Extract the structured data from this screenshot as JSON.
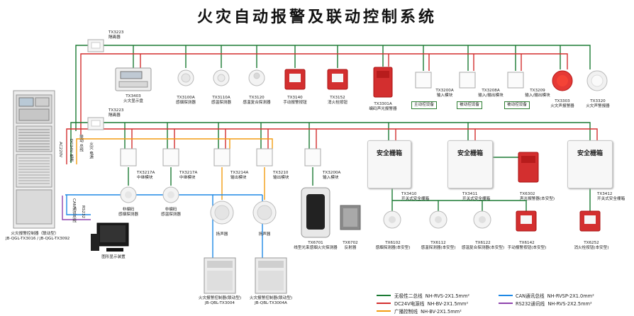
{
  "title": "火灾自动报警及联动控制系统",
  "colors": {
    "bus": "#1b7a34",
    "power": "#d32f2f",
    "broadcast": "#f39c12",
    "can": "#1e88e5",
    "rs232": "#8e44ad",
    "red_device": "#d32f2f"
  },
  "isolators": [
    {
      "model": "TX3223",
      "name": "隔离器"
    },
    {
      "model": "TX3223",
      "name": "隔离器"
    }
  ],
  "top_devices": [
    {
      "model": "TX3403",
      "name": "火灾显示盘"
    },
    {
      "model": "TX3100A",
      "name": "感烟探测器"
    },
    {
      "model": "TX3110A",
      "name": "感温探测器"
    },
    {
      "model": "TX3120",
      "name": "感温复合探测器"
    },
    {
      "model": "TX3140",
      "name": "手动报警按钮"
    },
    {
      "model": "TX3152",
      "name": "消火栓按钮"
    },
    {
      "model": "TX3301A",
      "name": "编码声光报警器"
    },
    {
      "model": "TX3200A",
      "name": "输入模块"
    },
    {
      "model": "TX3208A",
      "name": "输入/输出模块"
    },
    {
      "model": "TX3209",
      "name": "输入/输出模块"
    },
    {
      "model": "TX3303",
      "name": "火灾声报警器"
    },
    {
      "model": "TX3320",
      "name": "火灾声警报器"
    }
  ],
  "linkage_buttons": [
    "主动控设备",
    "被动控设备",
    "被动控设备"
  ],
  "mid_modules": [
    {
      "model": "TX3217A",
      "name": "中继模块"
    },
    {
      "model": "TX3217A",
      "name": "中继模块"
    },
    {
      "model": "TX3214A",
      "name": "输出模块"
    },
    {
      "model": "TX3210",
      "name": "输出模块"
    },
    {
      "model": "TX3200A",
      "name": "输入模块"
    }
  ],
  "conventional_detectors": [
    {
      "name": "非编码\n感烟探测器"
    },
    {
      "name": "非编码\n感温探测器"
    }
  ],
  "speakers": [
    {
      "name": "扬声器"
    },
    {
      "name": "扬声器"
    }
  ],
  "beam_detector": {
    "model": "TX6701",
    "name": "线型光束感烟火灾探测器"
  },
  "reflector": {
    "model": "TX6702",
    "name": "反射器"
  },
  "panel": {
    "name": "火灾报警控制器（联动型）",
    "model": "JB-QGL-TX3016 / JB-QGL-TX3092",
    "side_labels": [
      "AC220V",
      "DC24V 电源",
      "联动 总线",
      "火灾 电源"
    ]
  },
  "bus_labels": {
    "can": "CAN通讯总线",
    "rs232": "RS232"
  },
  "monitor": {
    "name": "图形显示装置"
  },
  "power_units": [
    {
      "name": "火灾报警控制器(联动型)",
      "model": "JB-QBL-TX3004"
    },
    {
      "name": "火灾报警控制器(联动型)",
      "model": "JB-QBL-TX3004A"
    }
  ],
  "safety_boxes": [
    {
      "title": "安全栅箱",
      "model": "TX3410",
      "name": "开关式安全栅箱"
    },
    {
      "title": "安全栅箱",
      "model": "TX3411",
      "name": "开关式安全栅箱"
    },
    {
      "title": "安全栅箱",
      "model": "TX3412",
      "name": "开关式安全栅箱"
    }
  ],
  "explosion_devices": [
    {
      "model": "TX6102",
      "name": "感烟探测器(本安型)"
    },
    {
      "model": "TX6112",
      "name": "感温探测器(本安型)"
    },
    {
      "model": "TX6122",
      "name": "感温复合探测器(本安型)"
    },
    {
      "model": "TX6142",
      "name": "手动报警按钮(本安型)"
    },
    {
      "model": "TX6252",
      "name": "消火栓按钮(本安型)"
    },
    {
      "model": "TX6302",
      "name": "声光报警器(本安型)"
    }
  ],
  "legend": [
    {
      "label": "无极性二总线",
      "cable": "NH-RVS-2X1.5mm²",
      "color": "#1b7a34"
    },
    {
      "label": "DC24V电源线",
      "cable": "NH-BV-2X1.5mm²",
      "color": "#d32f2f"
    },
    {
      "label": "广播控制线",
      "cable": "NH-BV-2X1.5mm²",
      "color": "#f39c12"
    },
    {
      "label": "CAN通讯总线",
      "cable": "NH-RVSP-2X1.0mm²",
      "color": "#1e88e5"
    },
    {
      "label": "RS232通讯线",
      "cable": "NH-RVS-2X2.5mm²",
      "color": "#8e44ad"
    }
  ]
}
